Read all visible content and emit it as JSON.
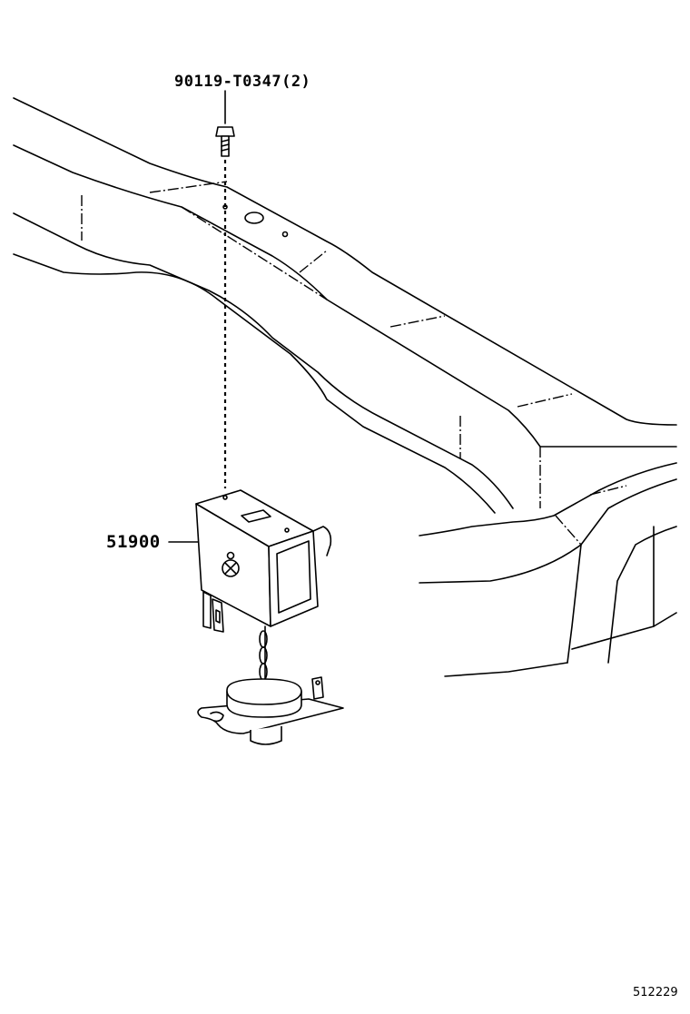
{
  "title": "",
  "labels": {
    "bolt_part": "90119-T0347(2)",
    "hanger_part": "51900",
    "reference": "512229"
  },
  "colors": {
    "background": "#ffffff",
    "line": "#000000"
  }
}
